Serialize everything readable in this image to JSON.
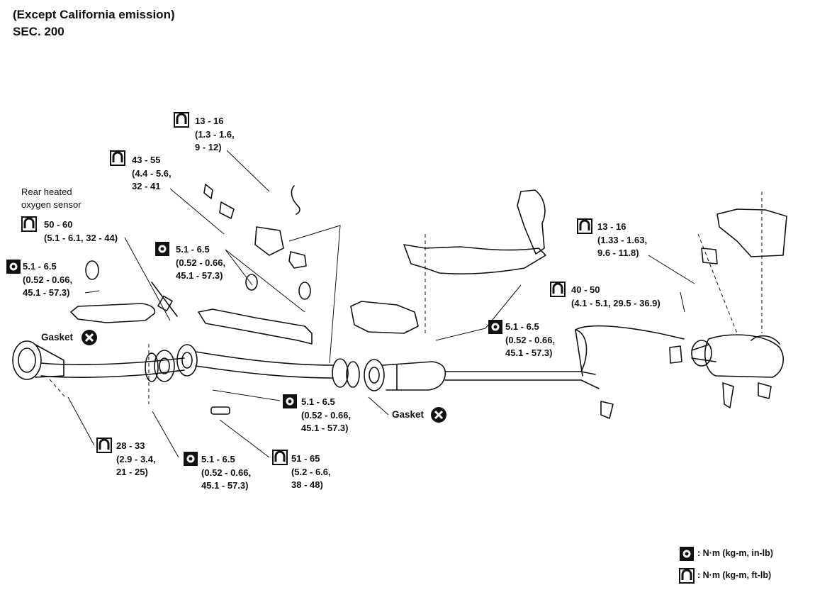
{
  "header": {
    "title": "(Except California emission)",
    "section": "SEC. 200"
  },
  "labels": {
    "rear_sensor_line1": "Rear heated",
    "rear_sensor_line2": "oxygen sensor",
    "gasket_left": "Gasket",
    "gasket_right": "Gasket"
  },
  "callouts": {
    "c13_16_top": {
      "line1": "13 - 16",
      "line2": "(1.3 - 1.6,",
      "line3": "9 - 12)"
    },
    "c43_55": {
      "line1": "43 - 55",
      "line2": "(4.4 - 5.6,",
      "line3": "32 - 41"
    },
    "c50_60": {
      "line1": "50 - 60",
      "line2": "(5.1 - 6.1, 32 - 44)"
    },
    "c5165_left": {
      "line1": "5.1 - 6.5",
      "line2": "(0.52 - 0.66,",
      "line3": "45.1 - 57.3)"
    },
    "c5165_center": {
      "line1": "5.1 - 6.5",
      "line2": "(0.52 - 0.66,",
      "line3": "45.1 - 57.3)"
    },
    "c5165_heatshield": {
      "line1": "5.1 - 6.5",
      "line2": "(0.52 - 0.66,",
      "line3": "45.1 - 57.3)"
    },
    "c5165_lower": {
      "line1": "5.1 - 6.5",
      "line2": "(0.52 - 0.66,",
      "line3": "45.1 - 57.3)"
    },
    "c5165_bottom": {
      "line1": "5.1 - 6.5",
      "line2": "(0.52 - 0.66,",
      "line3": "45.1 - 57.3)"
    },
    "c13_16_right": {
      "line1": "13 - 16",
      "line2": "(1.33 - 1.63,",
      "line3": "9.6 - 11.8)"
    },
    "c40_50": {
      "line1": "40 - 50",
      "line2": "(4.1 - 5.1, 29.5 - 36.9)"
    },
    "c28_33": {
      "line1": "28 - 33",
      "line2": "(2.9 - 3.4,",
      "line3": "21 - 25)"
    },
    "c51_65": {
      "line1": "51 - 65",
      "line2": "(5.2 - 6.6,",
      "line3": "38 - 48)"
    }
  },
  "legend": {
    "in_lb": ": N·m (kg-m, in-lb)",
    "ft_lb": ": N·m (kg-m, ft-lb)"
  }
}
